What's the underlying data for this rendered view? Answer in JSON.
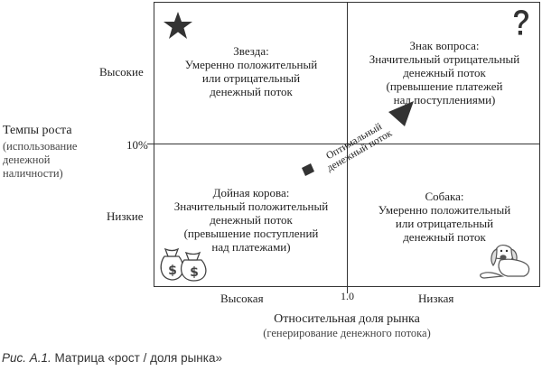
{
  "y_axis": {
    "title": "Темпы роста",
    "subtitle_lines": [
      "(использование",
      "денежной",
      "наличности)"
    ],
    "high_label": "Высокие",
    "mid_label": "10%",
    "low_label": "Низкие"
  },
  "x_axis": {
    "title": "Относительная доля рынка",
    "subtitle": "(генерирование денежного потока)",
    "high_label": "Высокая",
    "mid_label": "1.0",
    "low_label": "Низкая"
  },
  "quadrants": {
    "star": {
      "lines": [
        "Звезда:",
        "Умеренно положительный",
        "или отрицательный",
        "денежный поток"
      ],
      "icon": "star-icon"
    },
    "question": {
      "lines": [
        "Знак вопроса:",
        "Значительный отрицательный",
        "денежный поток",
        "(превышение платежей",
        "над поступлениями)"
      ],
      "icon": "question-mark-icon"
    },
    "cow": {
      "lines": [
        "Дойная корова:",
        "Значительный положительный",
        "денежный поток",
        "(превышение поступлений",
        "над платежами)"
      ],
      "icon": "money-bags-icon"
    },
    "dog": {
      "lines": [
        "Собака:",
        "Умеренно положительный",
        "или отрицательный",
        "денежный поток"
      ],
      "icon": "dog-icon"
    }
  },
  "arrow": {
    "lines": [
      "Оптимальный",
      "денежный поток"
    ]
  },
  "caption": {
    "prefix": "Рис. А.1.",
    "text": " Матрица «рост / доля рынка»"
  }
}
